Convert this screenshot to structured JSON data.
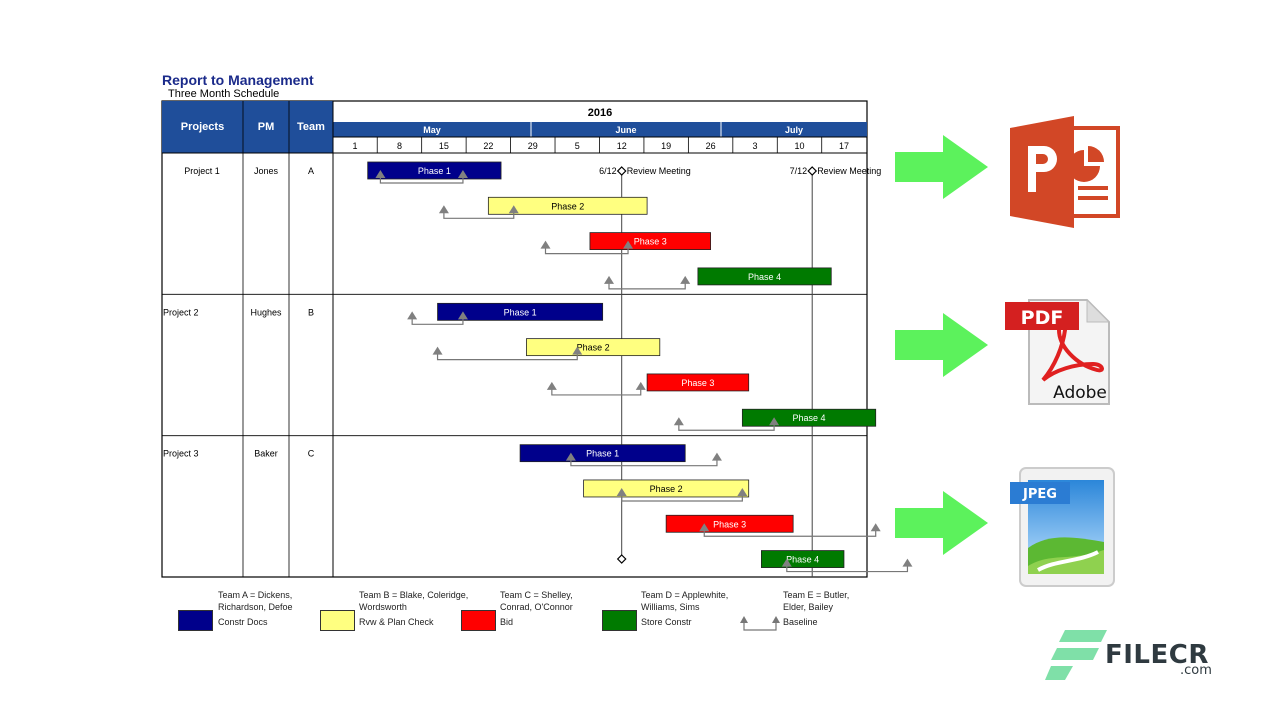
{
  "report": {
    "title": "Report to Management",
    "subtitle": "Three Month Schedule"
  },
  "table": {
    "headers": [
      "Projects",
      "PM",
      "Team"
    ],
    "year": "2016",
    "months": [
      "May",
      "June",
      "July"
    ],
    "week_ticks": [
      "1",
      "8",
      "15",
      "22",
      "29",
      "5",
      "12",
      "19",
      "26",
      "3",
      "10",
      "17"
    ],
    "rows": [
      {
        "project": "Project 1",
        "pm": "Jones",
        "team": "A"
      },
      {
        "project": "Project 2",
        "pm": "Hughes",
        "team": "B"
      },
      {
        "project": "Project 3",
        "pm": "Baker",
        "team": "C"
      }
    ]
  },
  "chart_data": {
    "type": "gantt",
    "title": "Report to Management",
    "subtitle": "Three Month Schedule",
    "milestones": [
      {
        "date": "2016-06-12",
        "label": "6/12",
        "text": "Review Meeting"
      },
      {
        "date": "2016-07-12",
        "label": "7/12",
        "text": "Review Meeting"
      }
    ],
    "projects": [
      {
        "name": "Project 1",
        "tasks": [
          {
            "name": "Phase 1",
            "kind": "constr",
            "start": "2016-05-03",
            "end": "2016-05-24",
            "baseline": [
              "2016-05-05",
              "2016-05-18"
            ]
          },
          {
            "name": "Phase 2",
            "kind": "review",
            "start": "2016-05-22",
            "end": "2016-06-16",
            "baseline": [
              "2016-05-15",
              "2016-05-26"
            ]
          },
          {
            "name": "Phase 3",
            "kind": "bid",
            "start": "2016-06-07",
            "end": "2016-06-26",
            "baseline": [
              "2016-05-31",
              "2016-06-13"
            ]
          },
          {
            "name": "Phase 4",
            "kind": "store",
            "start": "2016-06-24",
            "end": "2016-07-15",
            "baseline": [
              "2016-06-10",
              "2016-06-22"
            ]
          }
        ]
      },
      {
        "name": "Project 2",
        "tasks": [
          {
            "name": "Phase 1",
            "kind": "constr",
            "start": "2016-05-14",
            "end": "2016-06-09",
            "baseline": [
              "2016-05-10",
              "2016-05-18"
            ]
          },
          {
            "name": "Phase 2",
            "kind": "review",
            "start": "2016-05-28",
            "end": "2016-06-18",
            "baseline": [
              "2016-05-14",
              "2016-06-05"
            ]
          },
          {
            "name": "Phase 3",
            "kind": "bid",
            "start": "2016-06-16",
            "end": "2016-07-02",
            "baseline": [
              "2016-06-01",
              "2016-06-15"
            ]
          },
          {
            "name": "Phase 4",
            "kind": "store",
            "start": "2016-07-01",
            "end": "2016-07-22",
            "baseline": [
              "2016-06-21",
              "2016-07-06"
            ]
          }
        ]
      },
      {
        "name": "Project 3",
        "tasks": [
          {
            "name": "Phase 1",
            "kind": "constr",
            "start": "2016-05-27",
            "end": "2016-06-22",
            "baseline": [
              "2016-06-04",
              "2016-06-27"
            ]
          },
          {
            "name": "Phase 2",
            "kind": "review",
            "start": "2016-06-06",
            "end": "2016-07-02",
            "baseline": [
              "2016-06-12",
              "2016-07-01"
            ]
          },
          {
            "name": "Phase 3",
            "kind": "bid",
            "start": "2016-06-19",
            "end": "2016-07-09",
            "baseline": [
              "2016-06-25",
              "2016-07-22"
            ]
          },
          {
            "name": "Phase 4",
            "kind": "store",
            "start": "2016-07-04",
            "end": "2016-07-17",
            "baseline": [
              "2016-07-08",
              "2016-07-27"
            ]
          }
        ]
      }
    ]
  },
  "legend": {
    "teams": [
      "Team A = Dickens, Richardson, Defoe",
      "Team B = Blake, Coleridge, Wordsworth",
      "Team C = Shelley, Conrad, O'Connor",
      "Team D = Applewhite, Williams, Sims",
      "Team E = Butler, Elder, Bailey"
    ],
    "items": [
      {
        "label": "Constr Docs",
        "color": "#00008b"
      },
      {
        "label": "Rvw & Plan Check",
        "color": "#ffff80"
      },
      {
        "label": "Bid",
        "color": "#ff0000"
      },
      {
        "label": "Store Constr",
        "color": "#007a00"
      }
    ],
    "baseline_label": "Baseline"
  },
  "colors": {
    "header_blue": "#1f4e9a",
    "constr": "#00008b",
    "review": "#ffff80",
    "bid": "#ff0000",
    "store": "#007a00",
    "arrow_green": "#5cf25c"
  },
  "exports": {
    "pdf_label": "PDF",
    "adobe_label": "Adobe",
    "jpeg_label": "JPEG"
  },
  "watermark": {
    "brand": "FILECR",
    "suffix": ".com"
  }
}
